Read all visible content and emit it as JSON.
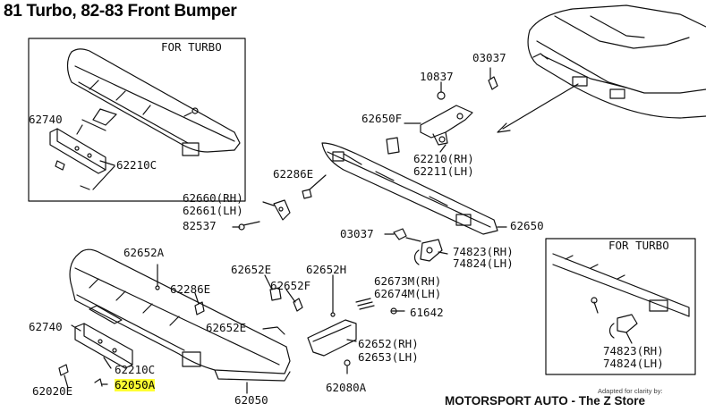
{
  "title": "81 Turbo, 82-83 Front Bumper",
  "insets": {
    "top_left_label": "FOR TURBO",
    "bottom_right_label": "FOR TURBO"
  },
  "labels": {
    "p62740_a": "62740",
    "p62210c_a": "62210C",
    "p10837": "10837",
    "p03037_a": "03037",
    "p62650f": "62650F",
    "p62210": "62210(RH)",
    "p62211": "62211(LH)",
    "p62286e_a": "62286E",
    "p62660": "62660(RH)",
    "p62661": "62661(LH)",
    "p82537": "82537",
    "p62650": "62650",
    "p03037_b": "03037",
    "p74823_a": "74823(RH)",
    "p74824_a": "74824(LH)",
    "p62652a": "62652A",
    "p62652e_a": "62652E",
    "p62652h": "62652H",
    "p62286e_b": "62286E",
    "p62652f": "62652F",
    "p62673m": "62673M(RH)",
    "p62674m": "62674M(LH)",
    "p61642": "61642",
    "p62740_b": "62740",
    "p62652e_b": "62652E",
    "p62652": "62652(RH)",
    "p62653": "62653(LH)",
    "p62210c_b": "62210C",
    "p62020e": "62020E",
    "p62050a": "62050A",
    "p62050": "62050",
    "p62080a": "62080A",
    "p74823_b": "74823(RH)",
    "p74824_b": "74824(LH)"
  },
  "credit": {
    "small": "Adapted for clarity by:",
    "main": "MOTORSPORT AUTO - The Z Store"
  },
  "colors": {
    "highlight": "#ffff33",
    "ink": "#111111"
  }
}
